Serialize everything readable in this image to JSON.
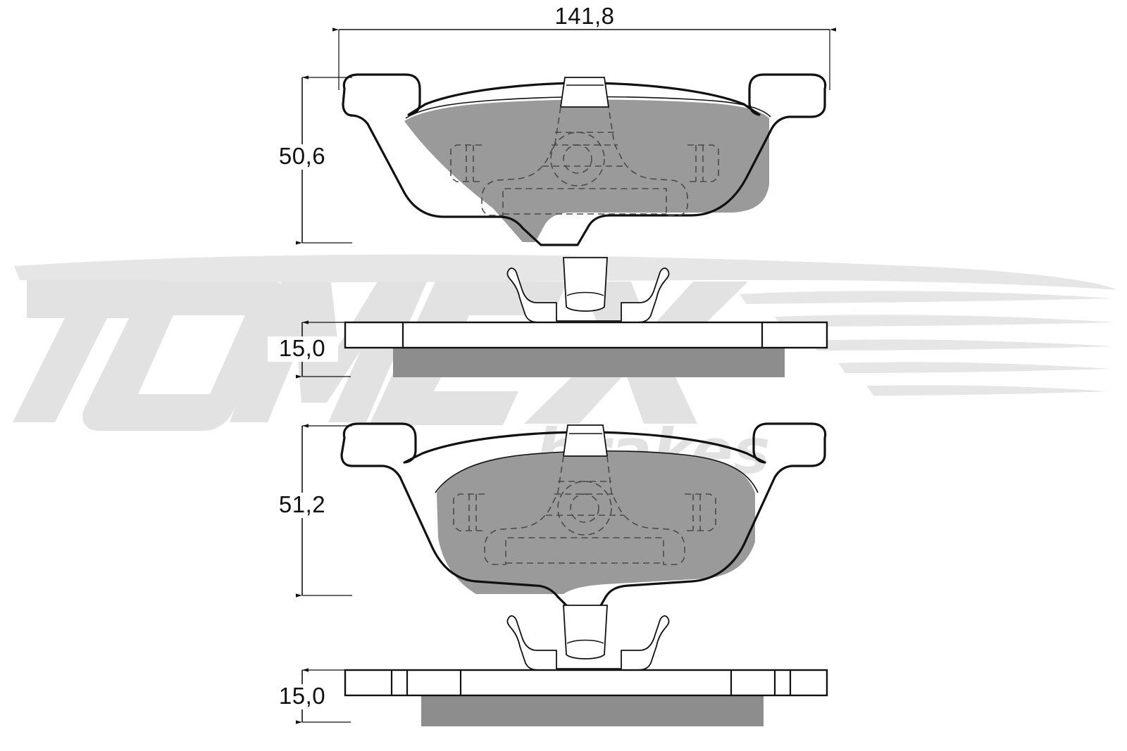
{
  "drawing": {
    "title": "Brake pad set technical drawing",
    "units": "mm",
    "background_color": "#ffffff",
    "line_color": "#111111",
    "friction_color": "#9a9a9a",
    "friction_color_dark": "#8d8d8d",
    "backing_plate_color": "#ffffff",
    "watermark_color": "#e2e2e2"
  },
  "watermark": {
    "brand": "TOMEX",
    "tagline": "brakes"
  },
  "dimensions": {
    "width_overall": "141,8",
    "pad1_height": "50,6",
    "pad1_thickness": "15,0",
    "pad2_height": "51,2",
    "pad2_thickness": "15,0"
  },
  "views": [
    {
      "id": "pad-1-front",
      "name": "Brake pad 1 front view",
      "width_label": "141,8",
      "height_label": "50,6",
      "features": [
        "mounting-ear-left",
        "mounting-ear-right",
        "friction-surface",
        "center-boss-hidden",
        "wear-sensor-tab"
      ]
    },
    {
      "id": "pad-1-spring-clip",
      "name": "Retaining spring clip 1",
      "features": [
        "w-profile-spring",
        "center-tab"
      ]
    },
    {
      "id": "pad-1-side",
      "name": "Brake pad 1 side section view",
      "thickness_label": "15,0",
      "features": [
        "backing-plate",
        "friction-layer"
      ]
    },
    {
      "id": "pad-2-front",
      "name": "Brake pad 2 front view",
      "height_label": "51,2",
      "features": [
        "mounting-ear-left",
        "mounting-ear-right",
        "friction-surface",
        "center-boss-hidden",
        "wear-sensor-tab"
      ]
    },
    {
      "id": "pad-2-spring-clip",
      "name": "Retaining spring clip 2",
      "features": [
        "w-profile-spring",
        "center-tab"
      ]
    },
    {
      "id": "pad-2-side",
      "name": "Brake pad 2 side section view",
      "thickness_label": "15,0",
      "features": [
        "backing-plate",
        "friction-layer",
        "segment-grooves"
      ]
    }
  ]
}
